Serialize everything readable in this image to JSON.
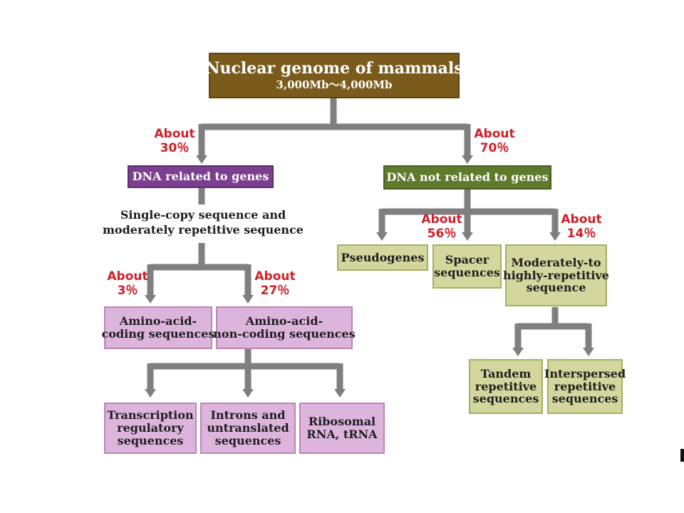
{
  "diagram": {
    "root": {
      "line1": "Nuclear genome of mammals",
      "line2": "3,000Mb～4,000Mb"
    },
    "left_branch": {
      "percent_word": "About",
      "percent_value": "30％",
      "label": "DNA related to genes",
      "sub_label": {
        "line1": "Single-copy sequence and",
        "line2": "moderately repetitive sequence"
      },
      "children": [
        {
          "percent_word": "About",
          "percent_value": "3％",
          "line1": "Amino-acid-",
          "line2": "coding sequences"
        },
        {
          "percent_word": "About",
          "percent_value": "27％",
          "line1": "Amino-acid-",
          "line2": "non-coding sequences"
        }
      ],
      "grandchildren": [
        {
          "line1": "Transcription",
          "line2": "regulatory",
          "line3": "sequences"
        },
        {
          "line1": "Introns and",
          "line2": "untranslated",
          "line3": "sequences"
        },
        {
          "line1": "Ribosomal",
          "line2": "RNA, tRNA"
        }
      ]
    },
    "right_branch": {
      "percent_word": "About",
      "percent_value": "70％",
      "label": "DNA not related to genes",
      "children": [
        {
          "line1": "Pseudogenes"
        },
        {
          "percent_word": "About",
          "percent_value": "56％",
          "line1": "Spacer",
          "line2": "sequences"
        },
        {
          "percent_word": "About",
          "percent_value": "14％",
          "line1": "Moderately-to",
          "line2": "highly-repetitive",
          "line3": "sequence"
        }
      ],
      "grandchildren": [
        {
          "line1": "Tandem",
          "line2": "repetitive",
          "line3": "sequences"
        },
        {
          "line1": "Interspersed",
          "line2": "repetitive",
          "line3": "sequences"
        }
      ]
    }
  },
  "colors": {
    "root": "#7a5b1c",
    "purple_dark": "#7b3f8f",
    "green_dark": "#5f7a2c",
    "purple_light": "#dcb4dc",
    "green_light": "#d3d79e",
    "connector": "#7f7f7f",
    "percent_text": "#d0202a"
  }
}
